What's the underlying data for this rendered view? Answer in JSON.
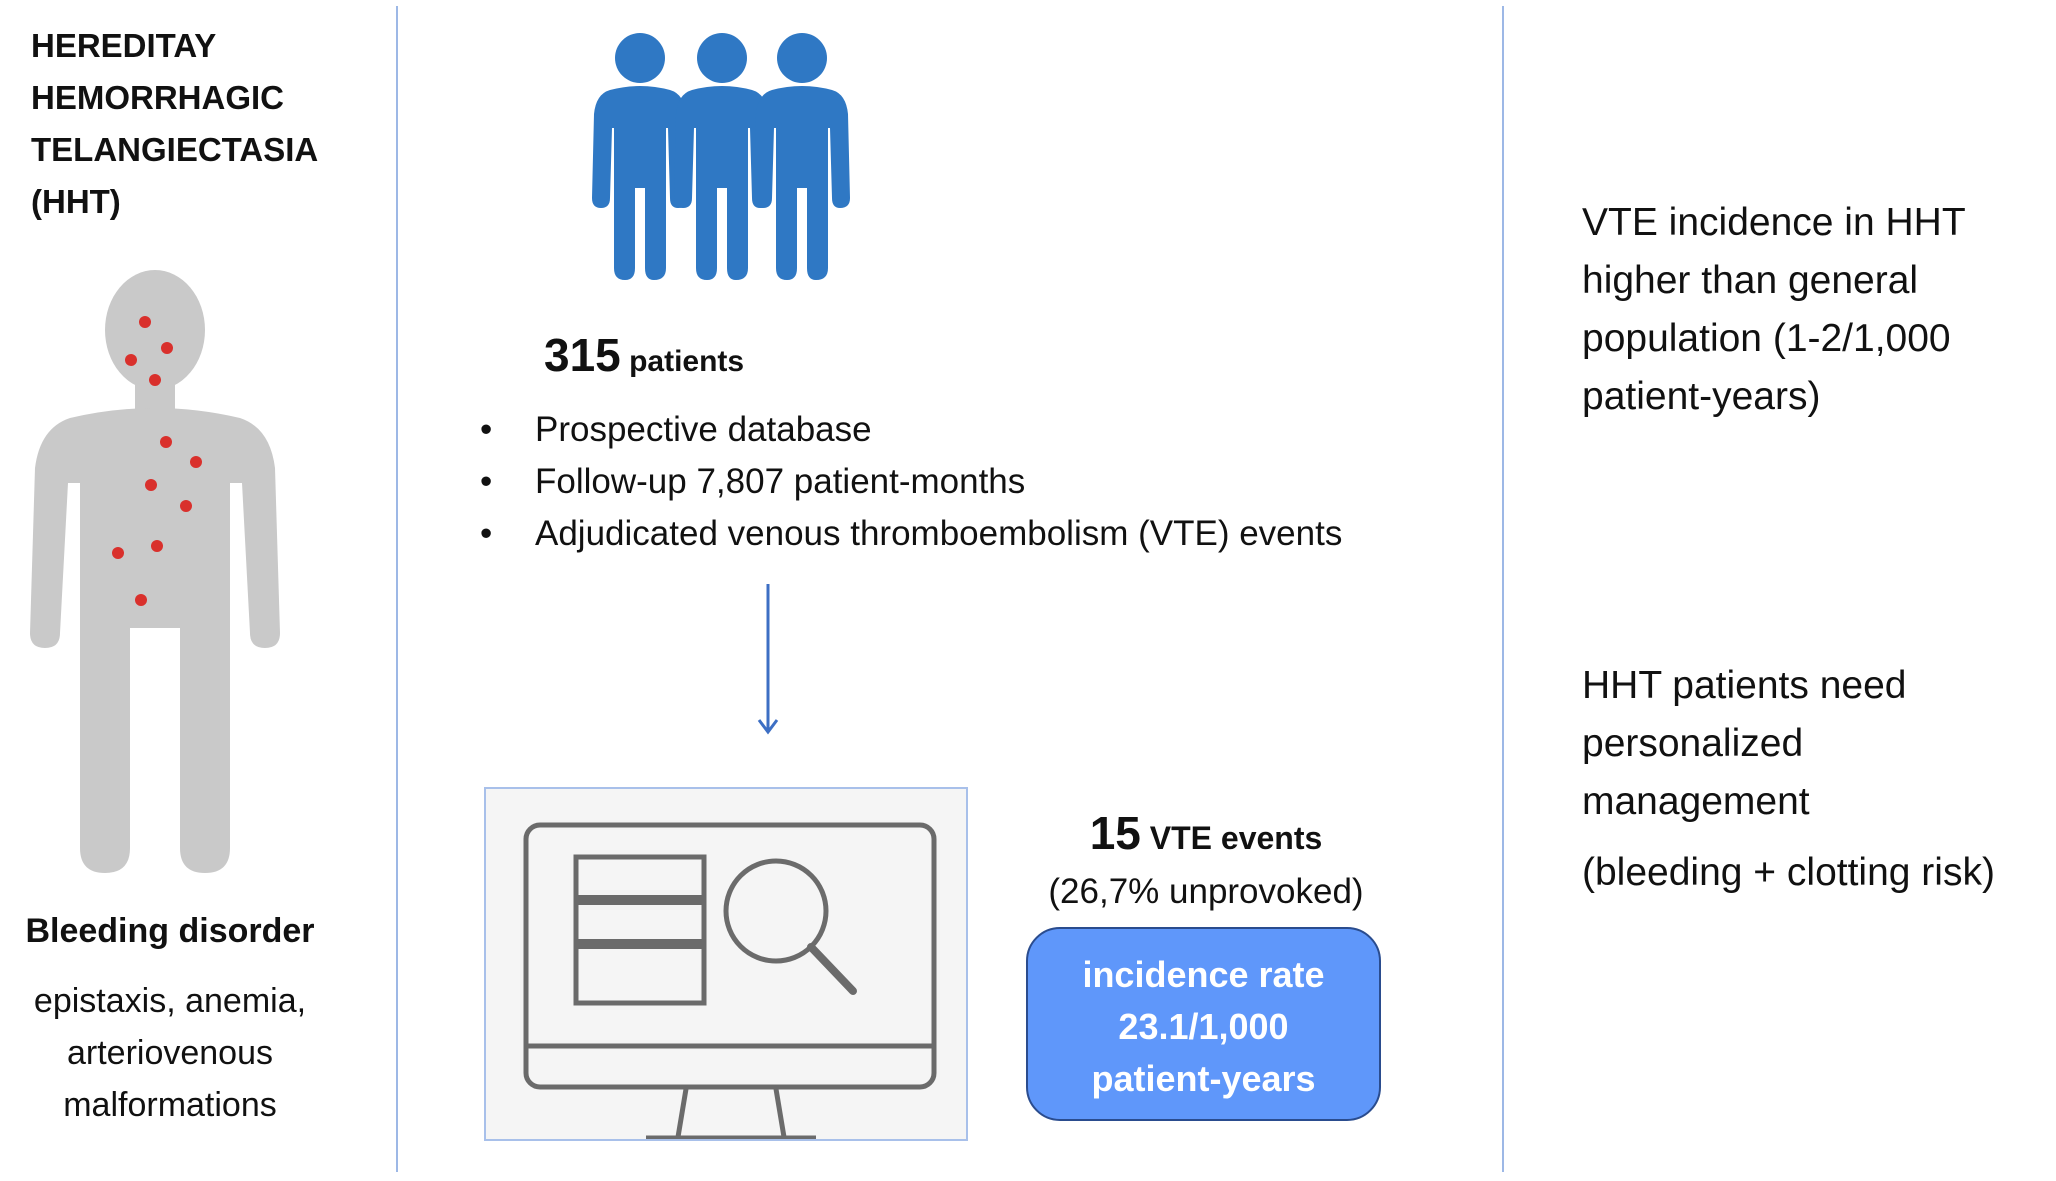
{
  "left": {
    "title": "HEREDITAY\nHEMORRHAGIC\nTELANGIECTASIA\n(HHT)",
    "bleeding_title": "Bleeding disorder",
    "bleeding_lines": [
      "epistaxis, anemia,",
      "arteriovenous",
      "malformations"
    ]
  },
  "middle": {
    "patients_count": "315",
    "patients_label": " patients",
    "bullets": [
      "Prospective database",
      "Follow-up 7,807 patient-months",
      "Adjudicated venous thromboembolism (VTE) events"
    ],
    "bullet_char": "•",
    "events_count": "15",
    "events_label": " VTE events",
    "events_sub": "(26,7% unprovoked)",
    "rate_lines": [
      "incidence rate",
      "23.1/1,000",
      "patient-years"
    ]
  },
  "right": {
    "block1": [
      "VTE incidence in HHT",
      "higher than general",
      "population (1-2/1,000",
      "patient-years)"
    ],
    "block2": [
      "HHT patients need",
      "personalized",
      "management"
    ],
    "block3": "(bleeding + clotting risk)"
  },
  "colors": {
    "accent_blue": "#5f97fa",
    "people_blue": "#2f78c4",
    "body_grey": "#c9c9c9",
    "dot_red": "#d9302c",
    "divider": "#9db8e6"
  }
}
